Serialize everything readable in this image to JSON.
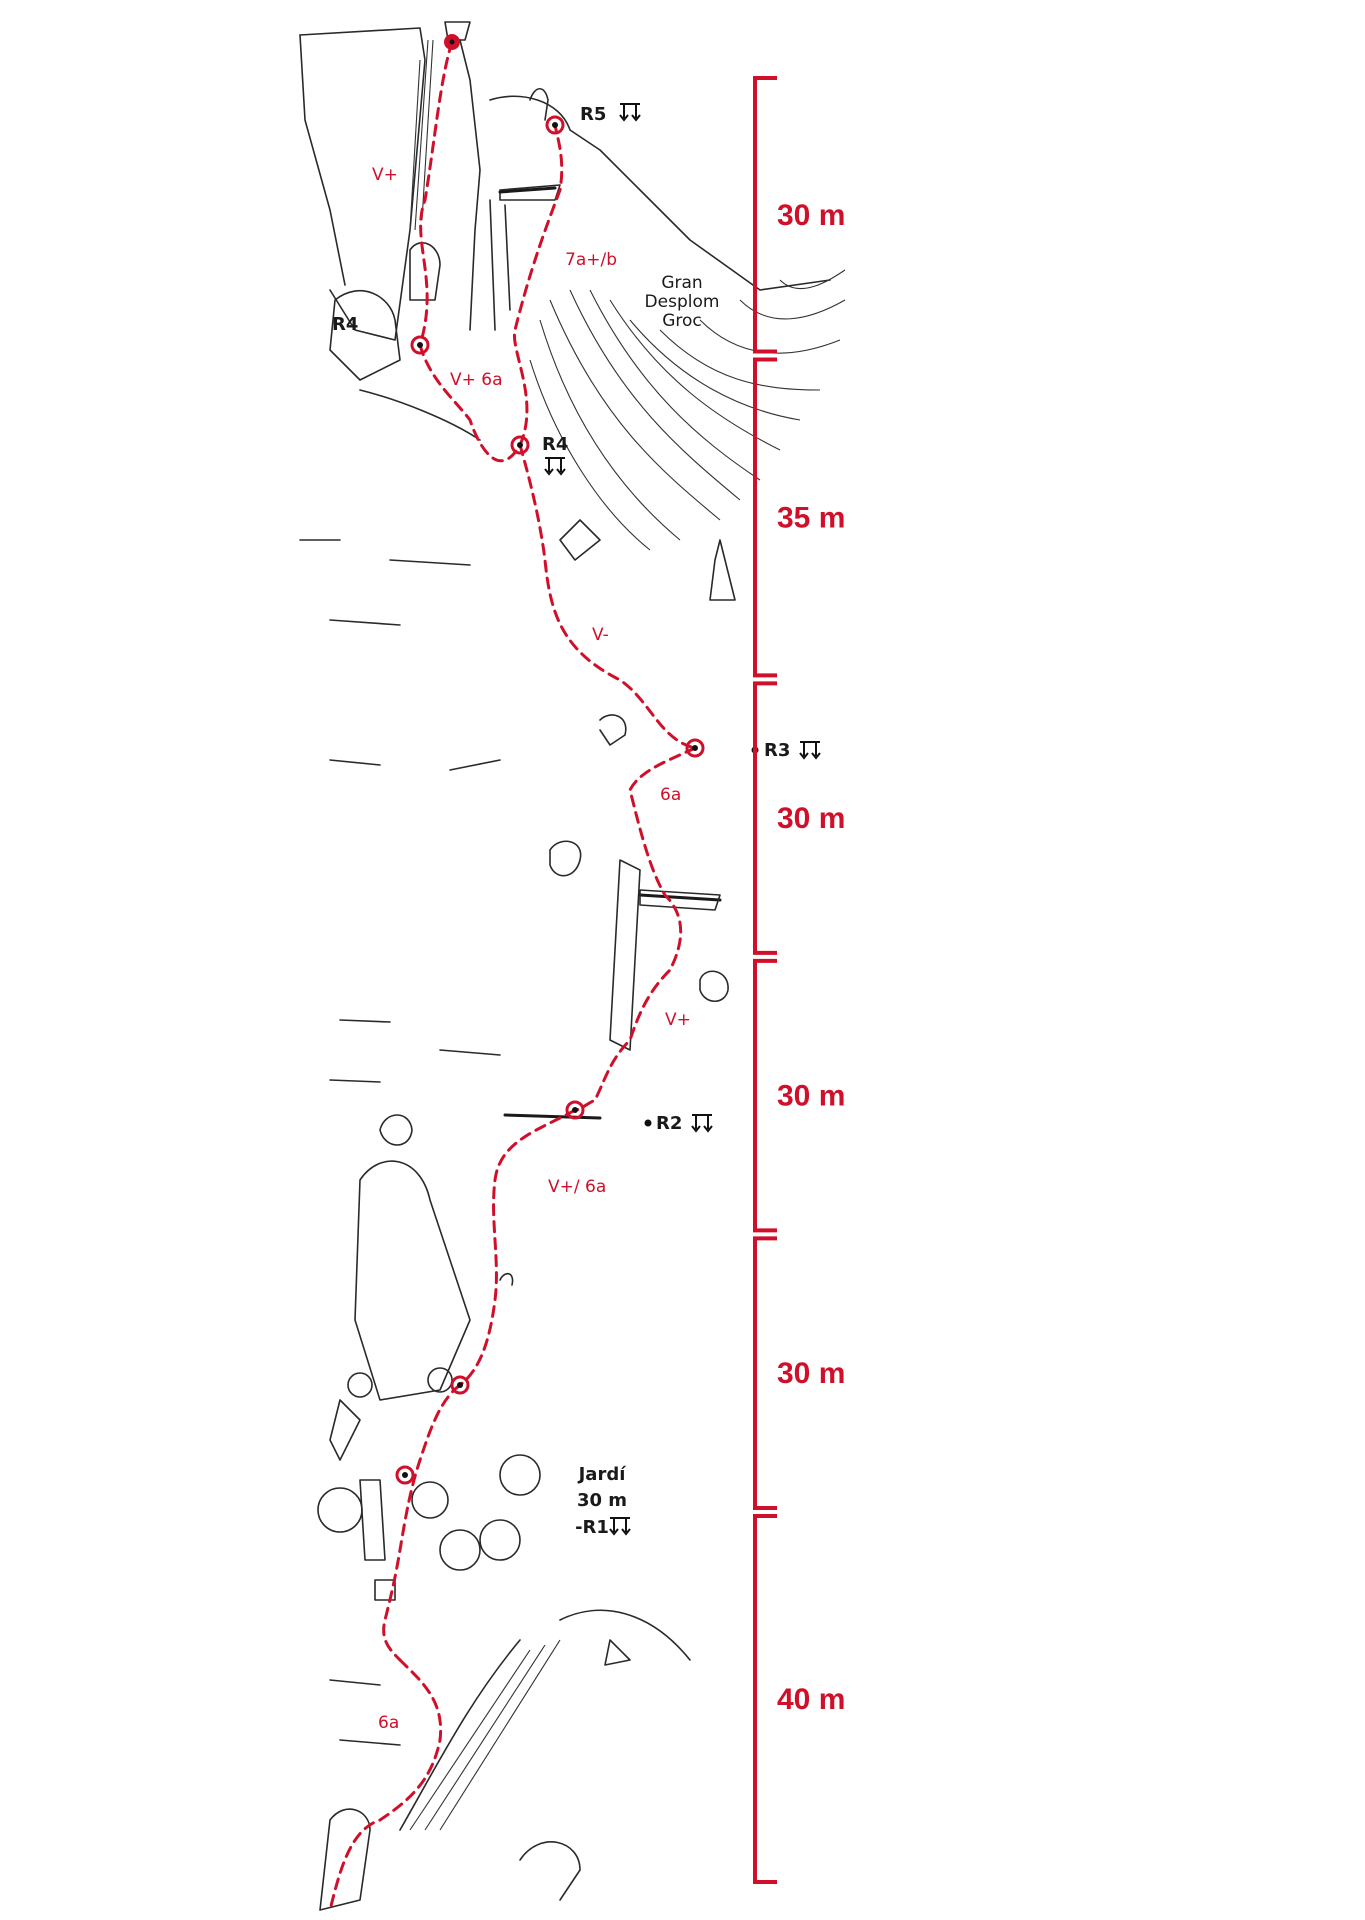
{
  "colors": {
    "route": "#d0102a",
    "ink": "#1a1a1a"
  },
  "labels": {
    "r5": "R5",
    "r4_left": "R4",
    "r4_right": "R4",
    "r3": "R3",
    "r2": "R2",
    "gran_1": "Gran",
    "gran_2": "Desplom",
    "gran_3": "Groc",
    "jardi_1": "Jardí",
    "jardi_2": "30 m",
    "jardi_3": "-R1"
  },
  "grades": {
    "p6": "V+",
    "p5": "7a+/b",
    "p5b": "V+ 6a",
    "p4": "V-",
    "p3a": "6a",
    "p3b": "V+",
    "p2": "V+/ 6a",
    "p1": "6a"
  },
  "scale": {
    "segments": [
      {
        "label": "30 m",
        "from": 0,
        "to": 30
      },
      {
        "label": "35 m",
        "from": 30,
        "to": 65
      },
      {
        "label": "30 m",
        "from": 65,
        "to": 95
      },
      {
        "label": "30 m",
        "from": 95,
        "to": 125
      },
      {
        "label": "30 m",
        "from": 125,
        "to": 155
      },
      {
        "label": "40 m",
        "from": 155,
        "to": 195
      }
    ]
  },
  "icons": {
    "rappel": "double-anchor-icon",
    "belay": "belay-station-icon"
  }
}
